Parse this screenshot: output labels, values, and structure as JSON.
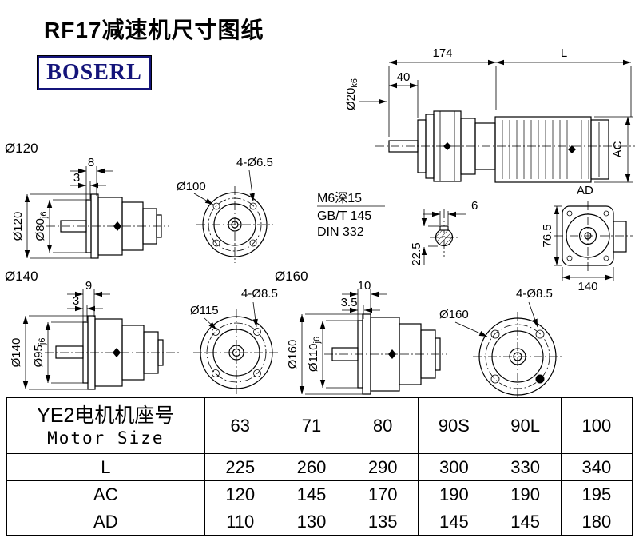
{
  "page": {
    "title": "RF17减速机尺寸图纸",
    "logo": "BOSERL"
  },
  "main_view": {
    "dim_total": "174",
    "dim_motor_length": "L",
    "dim_shaft_length": "40",
    "shaft_dia": "Ø20",
    "shaft_dia_tol": "k6",
    "dim_motor_height": "AC",
    "dim_motor_width": "AD",
    "note1": "M6深15",
    "note2": "GB/T 145",
    "note3": "DIN 332",
    "key_width": "6",
    "key_height": "22.5",
    "end_height": "76.5",
    "end_width": "140"
  },
  "view_120": {
    "label": "Ø120",
    "dim_step": "8",
    "dim_lip": "3",
    "flange_dia": "Ø120",
    "spigot_dia": "Ø80",
    "spigot_tol": "j6",
    "holes": "4-Ø6.5",
    "bolt_circle": "Ø100"
  },
  "view_140": {
    "label": "Ø140",
    "dim_step": "9",
    "dim_lip": "3",
    "flange_dia": "Ø140",
    "spigot_dia": "Ø95",
    "spigot_tol": "j6",
    "bolt_circle": "Ø115",
    "holes": "4-Ø8.5"
  },
  "view_160": {
    "label": "Ø160",
    "dim_step": "10",
    "dim_lip": "3.5",
    "flange_dia": "Ø160",
    "spigot_dia": "Ø110",
    "spigot_tol": "j6",
    "bolt_circle_label": "Ø160",
    "holes": "4-Ø8.5"
  },
  "table": {
    "header_cn": "YE2电机机座号",
    "header_en": "Motor Size",
    "motor_sizes": [
      "63",
      "71",
      "80",
      "90S",
      "90L",
      "100"
    ],
    "rows": [
      {
        "label": "L",
        "values": [
          "225",
          "260",
          "290",
          "300",
          "330",
          "340"
        ]
      },
      {
        "label": "AC",
        "values": [
          "120",
          "145",
          "170",
          "190",
          "190",
          "195"
        ]
      },
      {
        "label": "AD",
        "values": [
          "110",
          "130",
          "135",
          "145",
          "145",
          "180"
        ]
      }
    ]
  }
}
